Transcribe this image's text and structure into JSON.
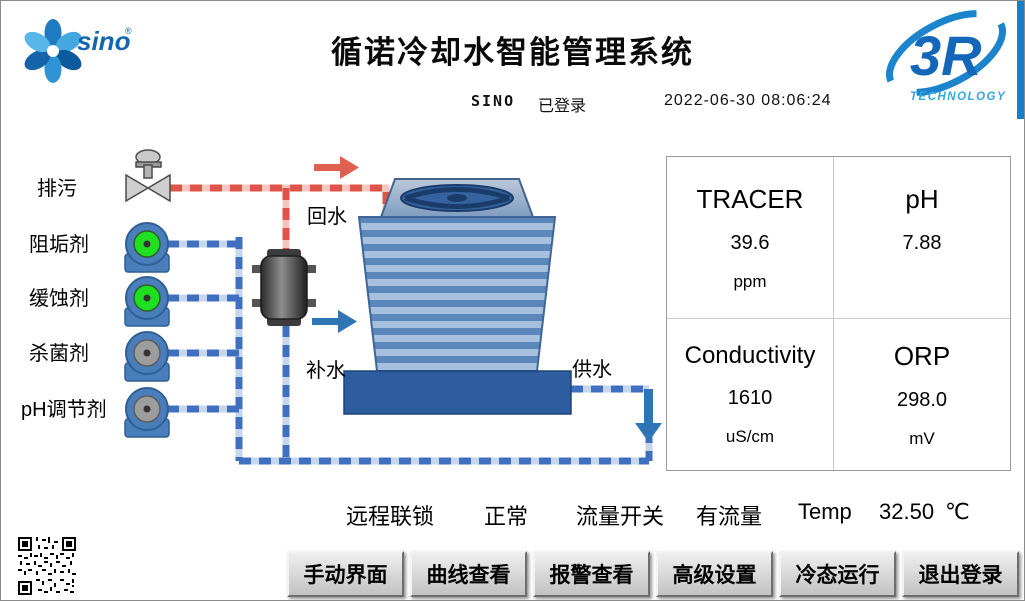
{
  "header": {
    "title": "循诺冷却水智能管理系统",
    "user": "SINO",
    "login_status": "已登录",
    "datetime": "2022-06-30  08:06:24",
    "logo": {
      "brand": "sino",
      "reg_mark": "®",
      "right_brand": "3R",
      "right_sub": "TECHNOLOGY"
    }
  },
  "diagram": {
    "blowdown": "排污",
    "scale_inhibitor": "阻垢剂",
    "corrosion_inhibitor": "缓蚀剂",
    "biocide": "杀菌剂",
    "ph_regulator": "pH调节剂",
    "return_water": "回水",
    "makeup_water": "补水",
    "supply_water": "供水"
  },
  "data_panel": {
    "cells": [
      {
        "label": "TRACER",
        "value": "39.6",
        "unit": "ppm"
      },
      {
        "label": "pH",
        "value": "7.88",
        "unit": ""
      },
      {
        "label": "Conductivity",
        "value": "1610",
        "unit": "uS/cm"
      },
      {
        "label": "ORP",
        "value": "298.0",
        "unit": "mV"
      }
    ]
  },
  "status_bar": {
    "interlock_label": "远程联锁",
    "interlock_value": "正常",
    "flow_label": "流量开关",
    "flow_value": "有流量",
    "temp_label": "Temp",
    "temp_value": "32.50",
    "temp_unit": "℃"
  },
  "buttons": [
    "手动界面",
    "曲线查看",
    "报警查看",
    "高级设置",
    "冷态运行",
    "退出登录"
  ],
  "colors": {
    "pipe_blue": "#3f6fbe",
    "pipe_red": "#df5348",
    "pump_on": "#1ee01e",
    "pump_off": "#9d9d9d",
    "tower_dark": "#2d5d9e",
    "brand_blue": "#1467b8"
  }
}
